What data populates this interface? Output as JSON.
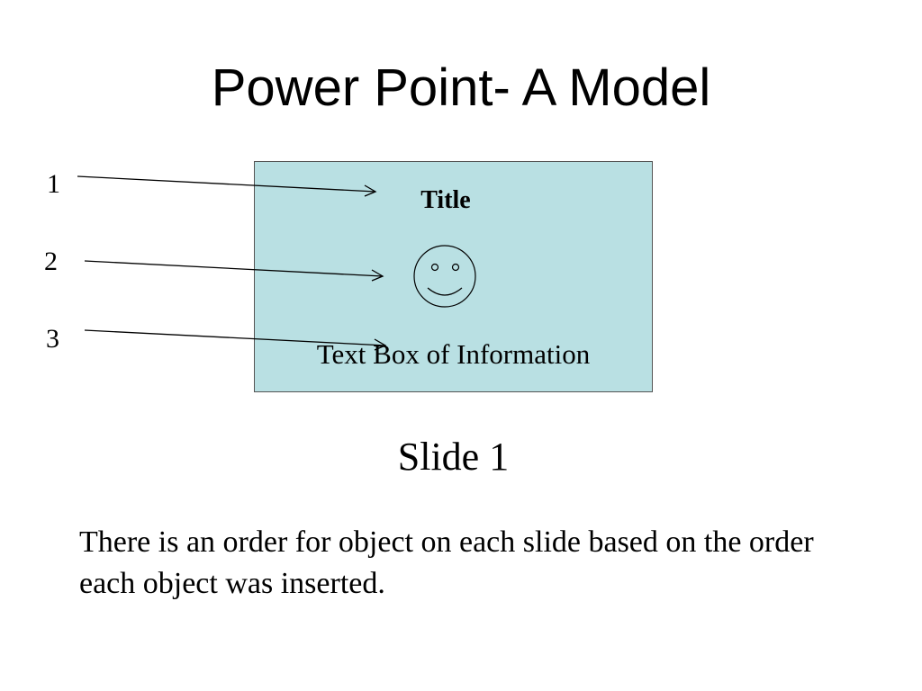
{
  "slide": {
    "title": "Power Point- A Model"
  },
  "callouts": {
    "labels": [
      "1",
      "2",
      "3"
    ]
  },
  "mock_slide": {
    "title": "Title",
    "textbox": "Text Box of Information",
    "background_color": "#b9e0e3",
    "icon": "smiley-face-icon"
  },
  "caption": "Slide 1",
  "note": "There is an order for object on each slide based on the order each object was inserted."
}
